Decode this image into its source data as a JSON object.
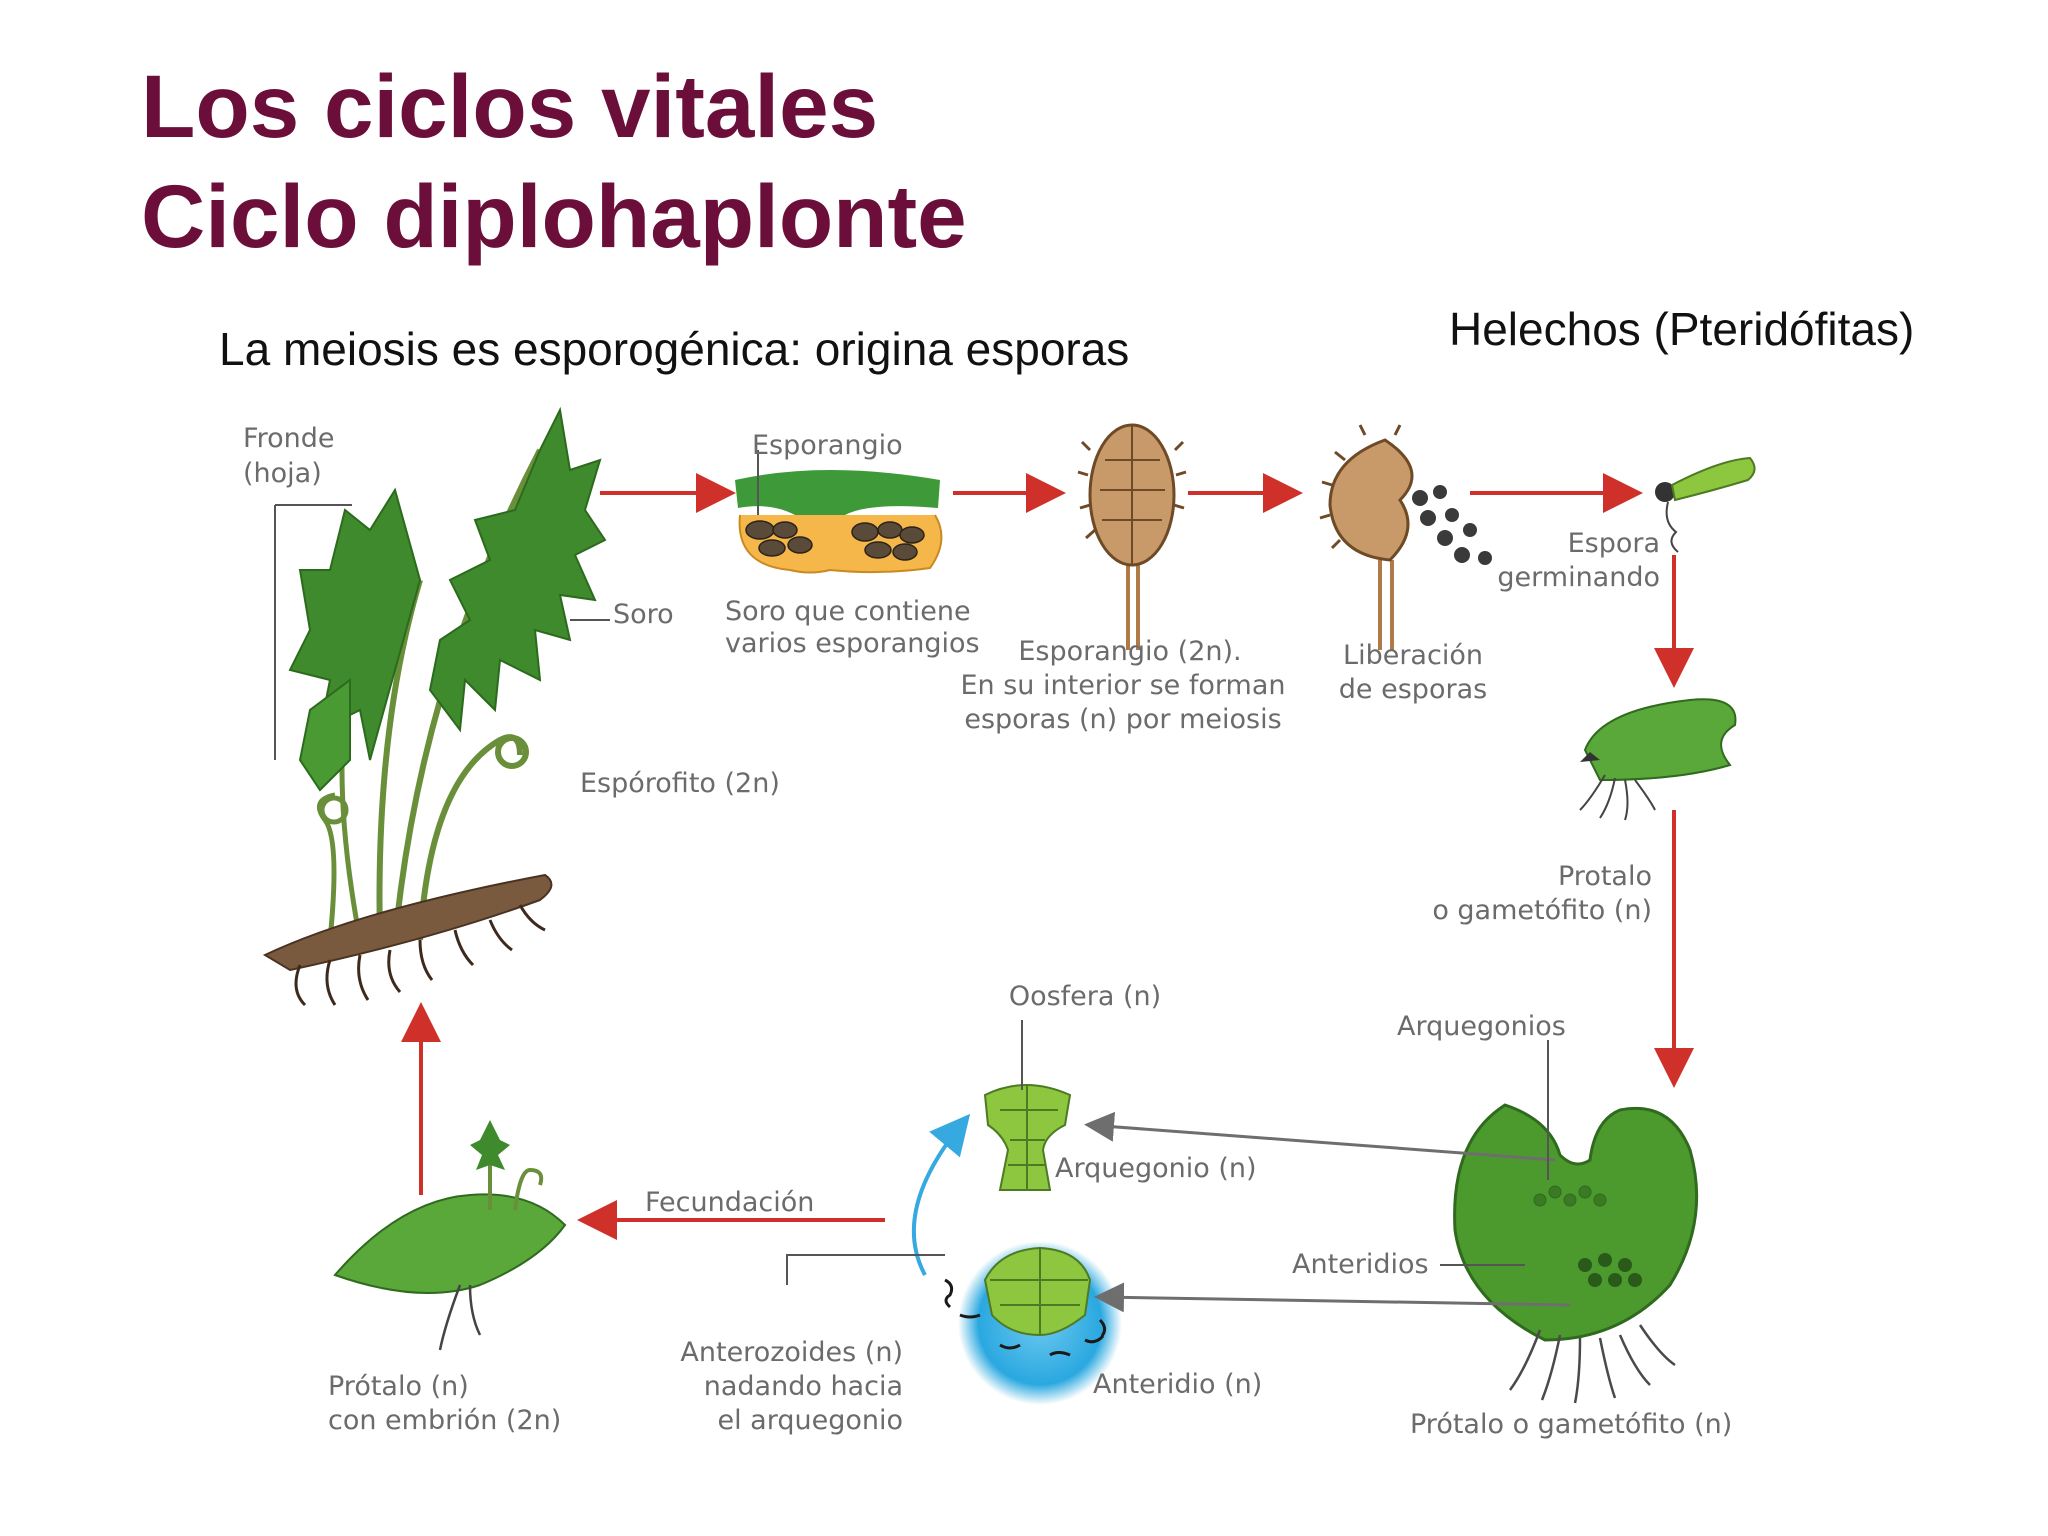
{
  "slide": {
    "title_line1": "Los ciclos vitales",
    "title_line2": "Ciclo diplohaplonte",
    "subtitle": "La meiosis es esporogénica: origina esporas",
    "group": "Helechos (Pteridófitas)"
  },
  "labels": {
    "fronde": [
      "Fronde",
      "(hoja)"
    ],
    "soro": "Soro",
    "esporofito": "Espórofito (2n)",
    "esporangio": "Esporangio",
    "soro_contiene": [
      "Soro que contiene",
      "varios esporangios"
    ],
    "esporangio_2n": [
      "Esporangio (2n).",
      "En su interior se forman",
      "esporas (n) por meiosis"
    ],
    "liberacion": [
      "Liberación",
      "de esporas"
    ],
    "espora_germinando": [
      "Espora",
      "germinando"
    ],
    "protalo_gametofito": [
      "Protalo",
      "o gametófito (n)"
    ],
    "arquegonios": "Arquegonios",
    "oosfera": "Oosfera (n)",
    "arquegonio_n": "Arquegonio (n)",
    "anteridios": "Anteridios",
    "anteridio_n": "Anteridio (n)",
    "anterozoides": [
      "Anterozoides (n)",
      "nadando hacia",
      "el arquegonio"
    ],
    "fecundacion": "Fecundación",
    "protalo_embrion": [
      "Prótalo (n)",
      "con embrión (2n)"
    ],
    "protalo_gametofito_bottom": "Prótalo o gametófito (n)"
  },
  "colors": {
    "title": "#6b0f3a",
    "arrow_red": "#d0302a",
    "arrow_gray": "#6e6e6e",
    "arrow_blue": "#36a9e0",
    "plant_green": "#4d9a2e",
    "light_green": "#8dc63f",
    "sporangium_brown": "#b98a5a",
    "water_blue": "#2aa8e0"
  }
}
